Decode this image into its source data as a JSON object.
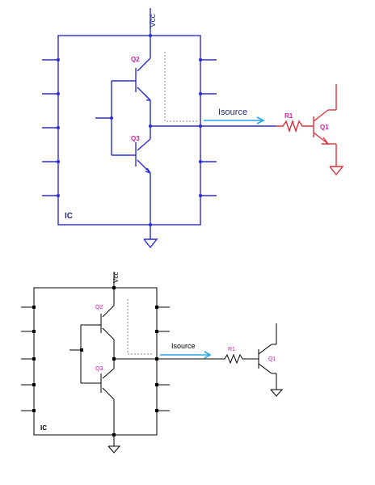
{
  "labels": {
    "vcc": "Vcc",
    "q2": "Q2",
    "q3": "Q3",
    "isource": "Isource",
    "r1": "R1",
    "q1": "Q1",
    "ic": "IC"
  },
  "colors": {
    "wire": "#2b2bd6",
    "load": "#e0303a",
    "current_arrow": "#28a6e6",
    "transistor_label": "#d01aa6",
    "text": "#1f2a8a"
  }
}
